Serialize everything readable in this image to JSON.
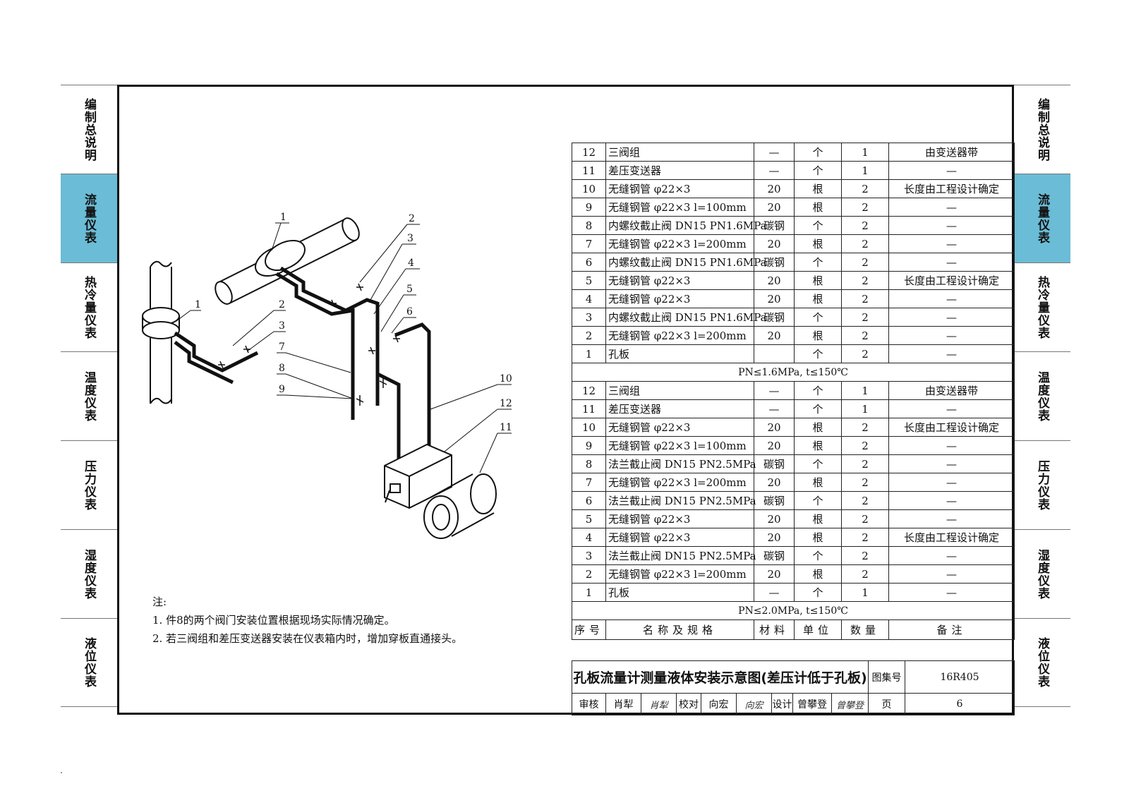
{
  "left_tabs": [
    "编制总说明",
    "流量仪表",
    "热冷量仪表",
    "温度仪表",
    "压力仪表",
    "湿度仪表",
    "液位仪表"
  ],
  "right_tabs": [
    "编制总说明",
    "流量仪表",
    "热冷量仪表",
    "温度仪表",
    "压力仪表",
    "湿度仪表",
    "液位仪表"
  ],
  "active_tab": "流量仪表",
  "diagram_labels": [
    "1",
    "2",
    "3",
    "4",
    "5",
    "6",
    "1",
    "2",
    "3",
    "7",
    "8",
    "9",
    "10",
    "12",
    "11"
  ],
  "notes": {
    "title": "注:",
    "items": [
      "1. 件8的两个阀门安装位置根据现场实际情况确定。",
      "2. 若三阀组和差压变送器安装在仪表箱内时，增加穿板直通接头。"
    ]
  },
  "bom": {
    "group_a": [
      [
        "12",
        "三阀组",
        "—",
        "个",
        "1",
        "由变送器带"
      ],
      [
        "11",
        "差压变送器",
        "—",
        "个",
        "1",
        "—"
      ],
      [
        "10",
        "无缝钢管  φ22×3",
        "20",
        "根",
        "2",
        "长度由工程设计确定"
      ],
      [
        "9",
        "无缝钢管  φ22×3 l=100mm",
        "20",
        "根",
        "2",
        "—"
      ],
      [
        "8",
        "内螺纹截止阀 DN15 PN1.6MPa",
        "碳钢",
        "个",
        "2",
        "—"
      ],
      [
        "7",
        "无缝钢管  φ22×3 l=200mm",
        "20",
        "根",
        "2",
        "—"
      ],
      [
        "6",
        "内螺纹截止阀 DN15 PN1.6MPa",
        "碳钢",
        "个",
        "2",
        "—"
      ],
      [
        "5",
        "无缝钢管  φ22×3",
        "20",
        "根",
        "2",
        "长度由工程设计确定"
      ],
      [
        "4",
        "无缝钢管  φ22×3",
        "20",
        "根",
        "2",
        "—"
      ],
      [
        "3",
        "内螺纹截止阀 DN15 PN1.6MPa",
        "碳钢",
        "个",
        "2",
        "—"
      ],
      [
        "2",
        "无缝钢管  φ22×3 l=200mm",
        "20",
        "根",
        "2",
        "—"
      ],
      [
        "1",
        "孔板",
        "",
        "个",
        "2",
        "—"
      ]
    ],
    "cond_a": "PN≤1.6MPa, t≤150℃",
    "group_b": [
      [
        "12",
        "三阀组",
        "—",
        "个",
        "1",
        "由变送器带"
      ],
      [
        "11",
        "差压变送器",
        "—",
        "个",
        "1",
        "—"
      ],
      [
        "10",
        "无缝钢管  φ22×3",
        "20",
        "根",
        "2",
        "长度由工程设计确定"
      ],
      [
        "9",
        "无缝钢管  φ22×3 l=100mm",
        "20",
        "根",
        "2",
        "—"
      ],
      [
        "8",
        "法兰截止阀  DN15  PN2.5MPa",
        "碳钢",
        "个",
        "2",
        "—"
      ],
      [
        "7",
        "无缝钢管  φ22×3 l=200mm",
        "20",
        "根",
        "2",
        "—"
      ],
      [
        "6",
        "法兰截止阀  DN15  PN2.5MPa",
        "碳钢",
        "个",
        "2",
        "—"
      ],
      [
        "5",
        "无缝钢管  φ22×3",
        "20",
        "根",
        "2",
        "—"
      ],
      [
        "4",
        "无缝钢管  φ22×3",
        "20",
        "根",
        "2",
        "长度由工程设计确定"
      ],
      [
        "3",
        "法兰截止阀  DN15  PN2.5MPa",
        "碳钢",
        "个",
        "2",
        "—"
      ],
      [
        "2",
        "无缝钢管  φ22×3 l=200mm",
        "20",
        "根",
        "2",
        "—"
      ],
      [
        "1",
        "孔板",
        "—",
        "个",
        "1",
        "—"
      ]
    ],
    "cond_b": "PN≤2.0MPa, t≤150℃",
    "header": [
      "序号",
      "名称及规格",
      "材料",
      "单位",
      "数量",
      "备注"
    ]
  },
  "title_block": {
    "title": "孔板流量计测量液体安装示意图(差压计低于孔板)",
    "atlas_label": "图集号",
    "atlas_no": "16R405",
    "review_label": "审核",
    "reviewer": "肖犁",
    "reviewer_sig": "肖犁",
    "check_label": "校对",
    "checker": "向宏",
    "checker_sig": "向宏",
    "design_label": "设计",
    "designer": "曾攀登",
    "designer_sig": "曾攀登",
    "page_label": "页",
    "page_no": "6"
  }
}
